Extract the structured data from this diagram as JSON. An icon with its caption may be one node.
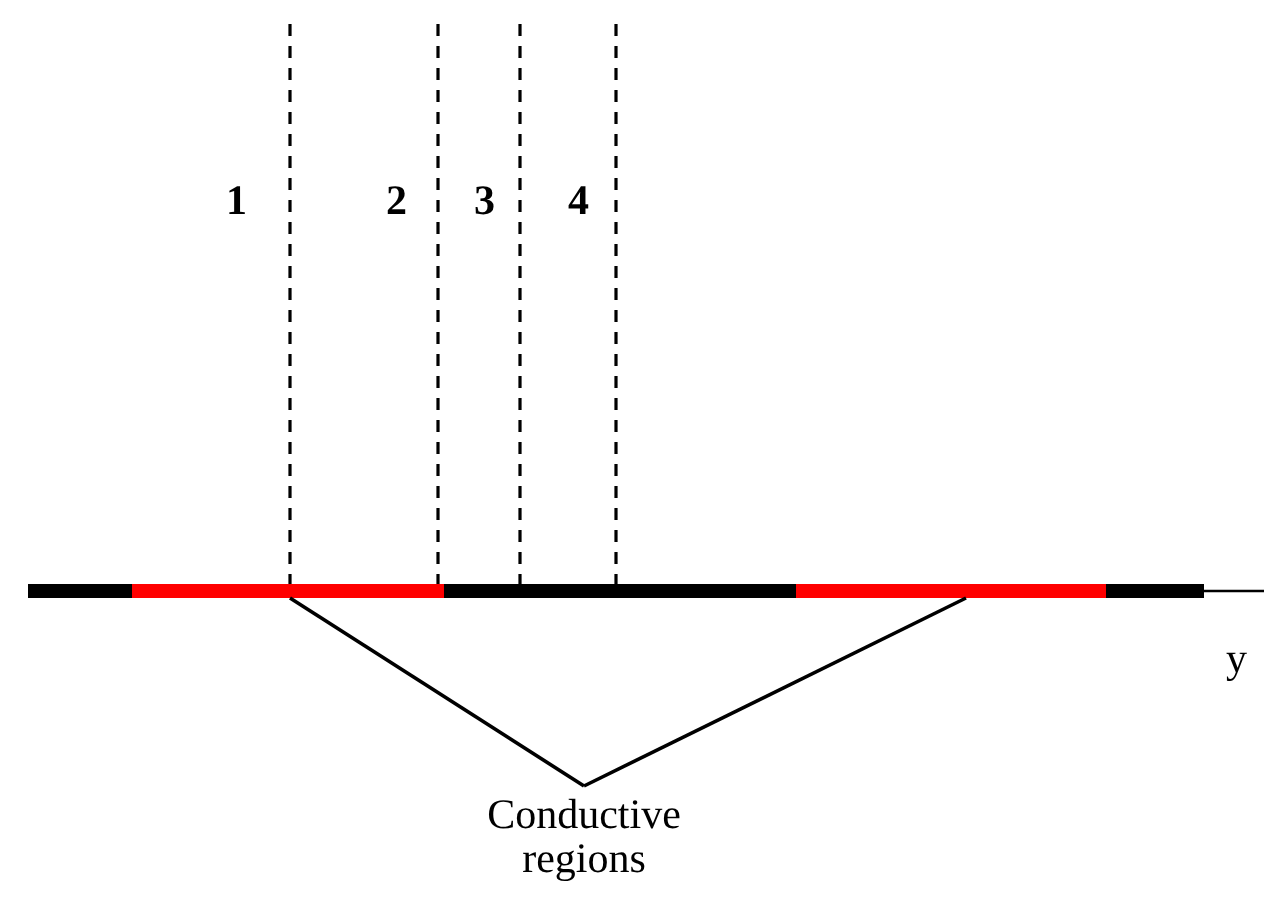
{
  "diagram": {
    "nodes": [
      {
        "text": [],
        "shape": "bar"
      },
      {
        "text": [],
        "shape": "bar"
      },
      {
        "text": [
          "Conductive regions"
        ]
      }
    ],
    "edges": [
      {
        "from": 2,
        "to": 0,
        "arrow": "none"
      },
      {
        "from": 2,
        "to": 1,
        "arrow": "none"
      }
    ],
    "labels": [
      "1",
      "2",
      "3",
      "4",
      "y"
    ]
  }
}
